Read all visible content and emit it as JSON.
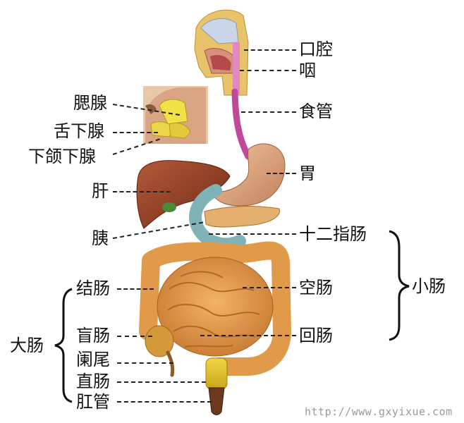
{
  "labels": {
    "mouth": "口腔",
    "pharynx": "咽",
    "esophagus": "食管",
    "stomach": "胃",
    "duodenum": "十二指肠",
    "jejunum": "空肠",
    "ileum": "回肠",
    "small_intestine": "小肠",
    "parotid": "腮腺",
    "sublingual": "舌下腺",
    "submandibular": "下颌下腺",
    "liver": "肝",
    "pancreas": "胰",
    "colon": "结肠",
    "cecum": "盲肠",
    "appendix": "阑尾",
    "rectum": "直肠",
    "anus": "肛管",
    "large_intestine": "大肠"
  },
  "watermark": "http://www.gxyixue.com",
  "colors": {
    "liver": "#8e3a1f",
    "stomach": "#d9a27a",
    "esophagus": "#c04a9a",
    "intestine": "#d98b3c",
    "duodenum": "#7fb3b8",
    "rectum": "#e8c840",
    "anus": "#6b3a1c"
  }
}
